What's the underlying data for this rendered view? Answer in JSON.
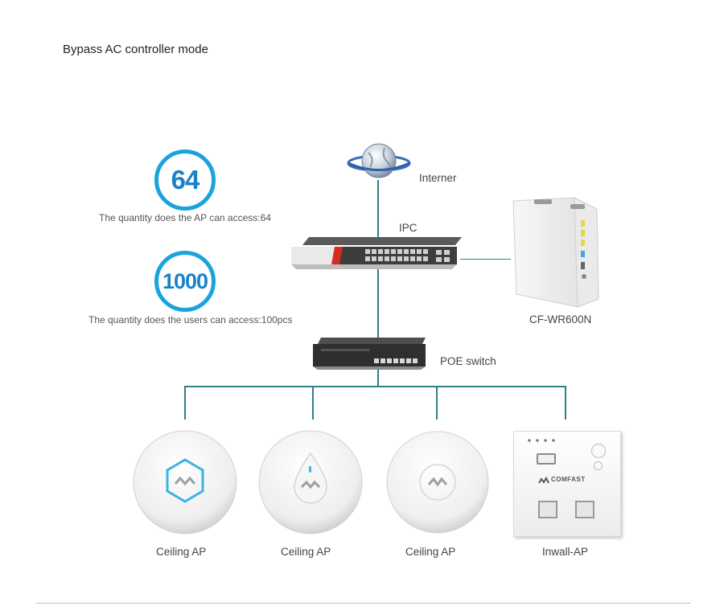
{
  "title": "Bypass AC controller mode",
  "stats": [
    {
      "value": "64",
      "caption": "The quantity does the AP can access:64"
    },
    {
      "value": "1000",
      "caption": "The quantity does the users can access:100pcs"
    }
  ],
  "nodes": {
    "internet": "Interner",
    "ipc": "IPC",
    "router": "CF-WR600N",
    "poe": "POE switch",
    "ap1": "Ceiling AP",
    "ap2": "Ceiling AP",
    "ap3": "Ceiling AP",
    "ap4": "Inwall-AP"
  },
  "brand": "COMFAST",
  "colors": {
    "accent": "#1aa3dc",
    "line": "#2f7f84"
  }
}
